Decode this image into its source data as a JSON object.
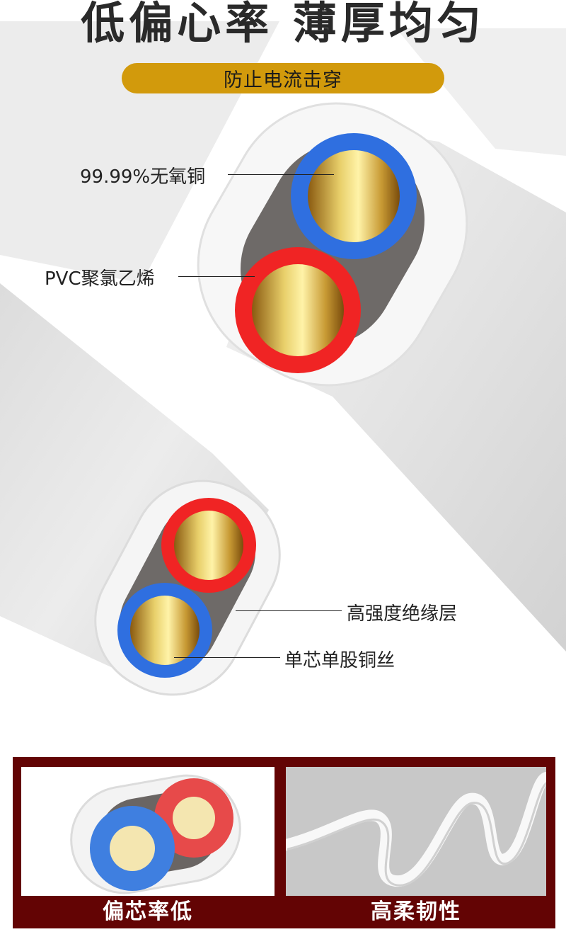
{
  "header": {
    "headline": "低偏心率  薄厚均匀",
    "pill_text": "防止电流击穿",
    "pill_color": "#d29a0c"
  },
  "callouts": {
    "copper": "99.99%无氧铜",
    "pvc": "PVC聚氯乙烯",
    "insulation": "高强度绝缘层",
    "single_core": "单芯单股铜丝"
  },
  "features": {
    "low_eccentricity": "偏芯率低",
    "high_flexibility": "高柔韧性"
  },
  "colors": {
    "wire_blue": "#2f6fe0",
    "wire_red": "#f02424",
    "copper_gold": "#d8b43a",
    "panel_red": "#630404"
  }
}
